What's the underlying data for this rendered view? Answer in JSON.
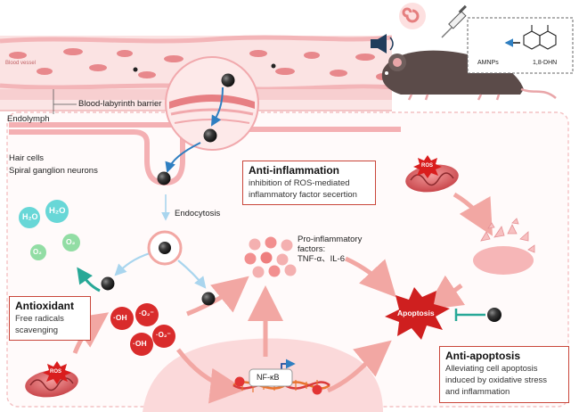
{
  "labels": {
    "blood_vessel": "Blood vessel",
    "blood_labyrinth_barrier": "Blood-labyrinth barrier",
    "endolymph": "Endolymph",
    "hair_cells": "Hair cells",
    "spiral_ganglion_neurons": "Spiral ganglion neurons",
    "endocytosis": "Endocytosis",
    "amnps": "AMNPs",
    "dhn": "1,8-DHN",
    "pro_inflammatory_title": "Pro-inflammatory",
    "pro_inflammatory_factors": "factors:",
    "pro_inflammatory_list": "TNF-α、IL-6",
    "nfkb": "NF-κB",
    "apoptosis": "Apoptosis"
  },
  "molecules": {
    "h2o_a": "H₂O",
    "h2o_b": "H₂O",
    "o2_a": "O₂",
    "o2_b": "O₂",
    "oh_a": "·OH",
    "o2r_a": "·O₂⁻",
    "oh_b": "·OH",
    "o2r_b": "·O₂⁻"
  },
  "ros_labels": {
    "left": "ROS",
    "right": "ROS"
  },
  "boxes": {
    "anti_inflammation": {
      "title": "Anti-inflammation",
      "desc1": "inhibition of ROS-mediated",
      "desc2": "inflammatory factor secertion"
    },
    "antioxidant": {
      "title": "Antioxidant",
      "desc1": "Free radicals",
      "desc2": "scavenging"
    },
    "anti_apoptosis": {
      "title": "Anti-apoptosis",
      "desc1": "Alleviating cell apoptosis",
      "desc2": "induced by oxidative stress",
      "desc3": "and inflammation"
    }
  },
  "colors": {
    "vessel_pink": "#f4b9bb",
    "vessel_dark": "#e77f83",
    "box_border": "#c9463a",
    "arrow_pink": "#f2a7a3",
    "arrow_blue": "#2f7fc1",
    "arrow_lightblue": "#a9d5ee",
    "teal": "#28a897",
    "ros_red": "#d92b2b",
    "nanoparticle": "#2b2b2b"
  }
}
